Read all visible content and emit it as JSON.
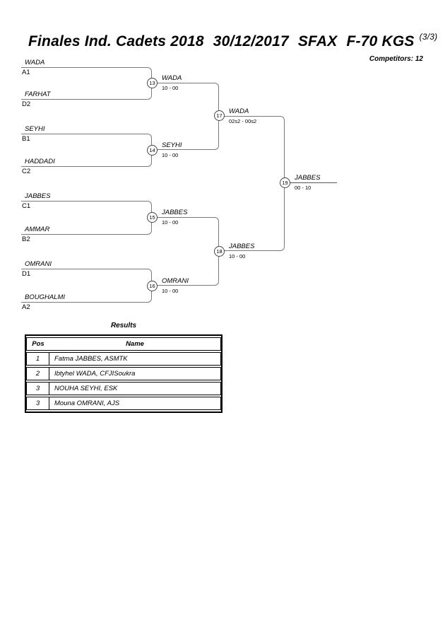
{
  "page": {
    "title": {
      "event": "Finales Ind. Cadets 2018",
      "date": "30/12/2017",
      "location": "SFAX",
      "category": "F-70 KGS",
      "sheet_indicator": "(3/3)"
    },
    "competitors_note": "Competitors: 12"
  },
  "bracket": {
    "entries": [
      {
        "name": "WADA",
        "seed": "A1"
      },
      {
        "name": "FARHAT",
        "seed": "D2"
      },
      {
        "name": "SEYHI",
        "seed": "B1"
      },
      {
        "name": "HADDADI",
        "seed": "C2"
      },
      {
        "name": "JABBES",
        "seed": "C1"
      },
      {
        "name": "AMMAR",
        "seed": "B2"
      },
      {
        "name": "OMRANI",
        "seed": "D1"
      },
      {
        "name": "BOUGHALMI",
        "seed": "A2"
      }
    ],
    "matches": [
      {
        "number": "13",
        "round": "quarterfinal",
        "winner": "WADA",
        "score": "10 - 00"
      },
      {
        "number": "14",
        "round": "quarterfinal",
        "winner": "SEYHI",
        "score": "10 - 00"
      },
      {
        "number": "15",
        "round": "quarterfinal",
        "winner": "JABBES",
        "score": "10 - 00"
      },
      {
        "number": "16",
        "round": "quarterfinal",
        "winner": "OMRANI",
        "score": "10 - 00"
      },
      {
        "number": "17",
        "round": "semifinal",
        "winner": "WADA",
        "score": "02s2 - 00s2"
      },
      {
        "number": "18",
        "round": "semifinal",
        "winner": "JABBES",
        "score": "10 - 00"
      },
      {
        "number": "19",
        "round": "final",
        "winner": "JABBES",
        "score": "00 - 10"
      }
    ]
  },
  "results": {
    "title": "Results",
    "headers": {
      "pos": "Pos",
      "name": "Name"
    },
    "rows": [
      {
        "pos": "1",
        "name": "Fatma JABBES, ASMTK"
      },
      {
        "pos": "2",
        "name": "Ibtyhel WADA, CFJISoukra"
      },
      {
        "pos": "3",
        "name": "NOUHA SEYHI, ESK"
      },
      {
        "pos": "3",
        "name": "Mouna OMRANI, AJS"
      }
    ]
  },
  "colors": {
    "background": "#ffffff",
    "text": "#000000",
    "bracket_line": "#7b7b7b",
    "table_border": "#000000"
  }
}
